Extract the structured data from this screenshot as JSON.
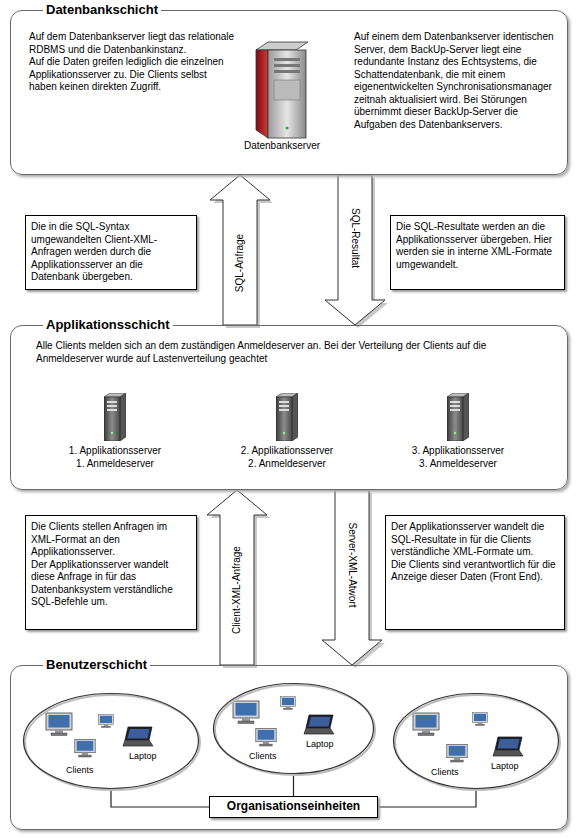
{
  "diagram": {
    "nodes": [
      {
        "text": [
          "Datenbankschicht",
          "Auf dem Datenbankserver liegt das relationale RDBMS und die Datenbankinstanz.",
          "Auf die Daten greifen lediglich die einzelnen Applikationsserver zu. Die Clients selbst haben keinen direkten Zugriff.",
          "Auf einem dem Datenbankserver identischen Server, dem BackUp-Server liegt eine redundante Instanz des Echtsystems, die Schattendatenbank, die mit einem eigenentwickelten Synchronisationsmanager zeitnah aktualisiert wird. Bei Störungen übernimmt dieser BackUp-Server die Aufgaben des Datenbankservers."
        ]
      },
      {
        "text": [
          "Die in die SQL-Syntax umgewandelten Client-XML-Anfragen werden durch die Applikationsserver an die Datenbank übergeben."
        ]
      },
      {
        "text": [
          "Die SQL-Resultate werden an die Applikationsserver übergeben. Hier werden sie in interne XML-Formate umgewandelt."
        ]
      },
      {
        "text": [
          "Applikationsschicht",
          "Alle Clients melden sich an dem zuständigen Anmeldeserver an. Bei der Verteilung der Clients auf die Anmeldeserver wurde auf Lastenverteilung geachtet"
        ]
      },
      {
        "text": [
          "Die Clients stellen Anfragen im XML-Format an den Applikationsserver.",
          "Der Applikationsserver wandelt diese Anfrage in für das Datenbanksystem verständliche SQL-Befehle um."
        ]
      },
      {
        "text": [
          "Der Applikationsserver wandelt die SQL-Resultate in für die Clients verständliche XML-Formate um.",
          "Die Clients sind verantwortlich für die Anzeige dieser Daten (Front End)."
        ]
      },
      {
        "text": [
          "Benutzerschicht"
        ]
      },
      {
        "text": [
          "Clients",
          "Laptop"
        ],
        "in": 6
      },
      {
        "text": [
          "Clients",
          "Laptop"
        ],
        "in": 6
      },
      {
        "text": [
          "Clients",
          "Laptop"
        ],
        "in": 6
      },
      {
        "text": [
          "Organisationseinheiten"
        ],
        "in": 6
      }
    ],
    "edges": [
      {
        "from": 3,
        "to": 0,
        "label": "SQL-Anfrage",
        "arrow": "to"
      },
      {
        "from": 0,
        "to": 3,
        "label": "SQL-Resultat",
        "arrow": "to"
      },
      {
        "from": 6,
        "to": 3,
        "label": "Client-XML-Anfrage",
        "arrow": "to"
      },
      {
        "from": 3,
        "to": 6,
        "label": "Server-XML-Atwort",
        "arrow": "to"
      },
      {
        "from": 10,
        "to": 7,
        "arrow": "none"
      },
      {
        "from": 10,
        "to": 8,
        "arrow": "none"
      },
      {
        "from": 10,
        "to": 9,
        "arrow": "none"
      }
    ],
    "labels": [
      "Datenbankserver",
      "1. Applikationsserver",
      "1. Anmeldeserver",
      "2. Applikationsserver",
      "2. Anmeldeserver",
      "3. Applikationsserver",
      "3. Anmeldeserver"
    ]
  }
}
